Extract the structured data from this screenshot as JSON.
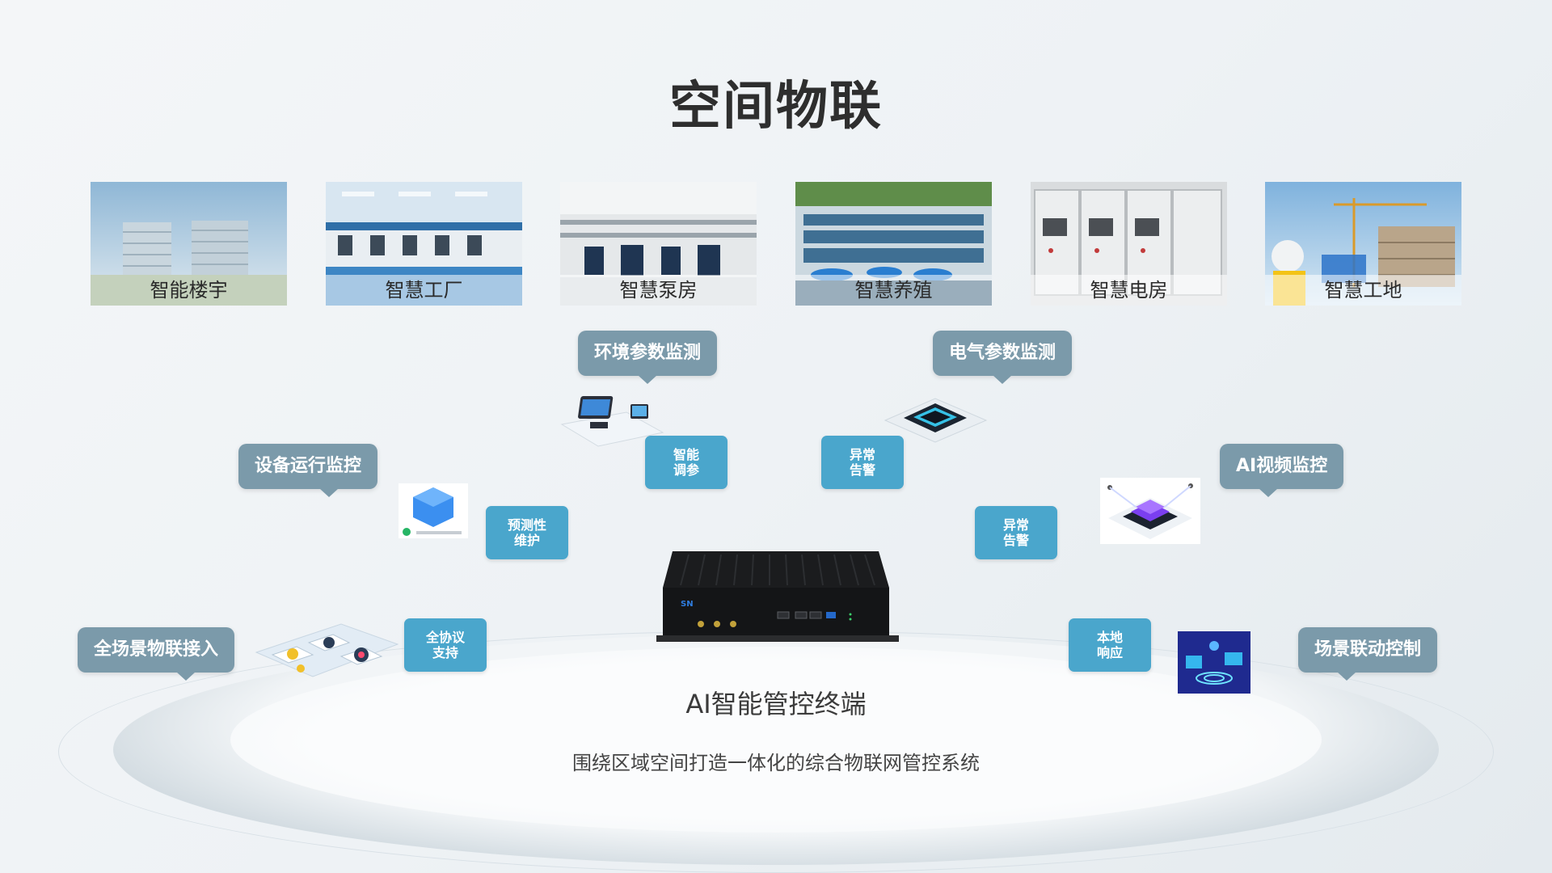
{
  "title": "空间物联",
  "scenes": [
    {
      "label": "智能楼宇"
    },
    {
      "label": "智慧工厂"
    },
    {
      "label": "智慧泵房"
    },
    {
      "label": "智慧养殖"
    },
    {
      "label": "智慧电房"
    },
    {
      "label": "智慧工地"
    }
  ],
  "callouts": {
    "env": "环境参数监测",
    "elec": "电气参数监测",
    "device": "设备运行监控",
    "ai_video": "AI视频监控",
    "access": "全场景物联接入",
    "linkage": "场景联动控制"
  },
  "features": {
    "smart_tune": [
      "智能",
      "调参"
    ],
    "alarm_1": [
      "异常",
      "告警"
    ],
    "predictive": [
      "预测性",
      "维护"
    ],
    "alarm_2": [
      "异常",
      "告警"
    ],
    "protocol": [
      "全协议",
      "支持"
    ],
    "local": [
      "本地",
      "响应"
    ]
  },
  "device": {
    "brand": "SN",
    "name": "AI智能管控终端"
  },
  "subtitle": "围绕区域空间打造一体化的综合物联网管控系统",
  "colors": {
    "callout": "#7b9aaa",
    "feature": "#4aa6cc",
    "title": "#2e2e2e"
  }
}
